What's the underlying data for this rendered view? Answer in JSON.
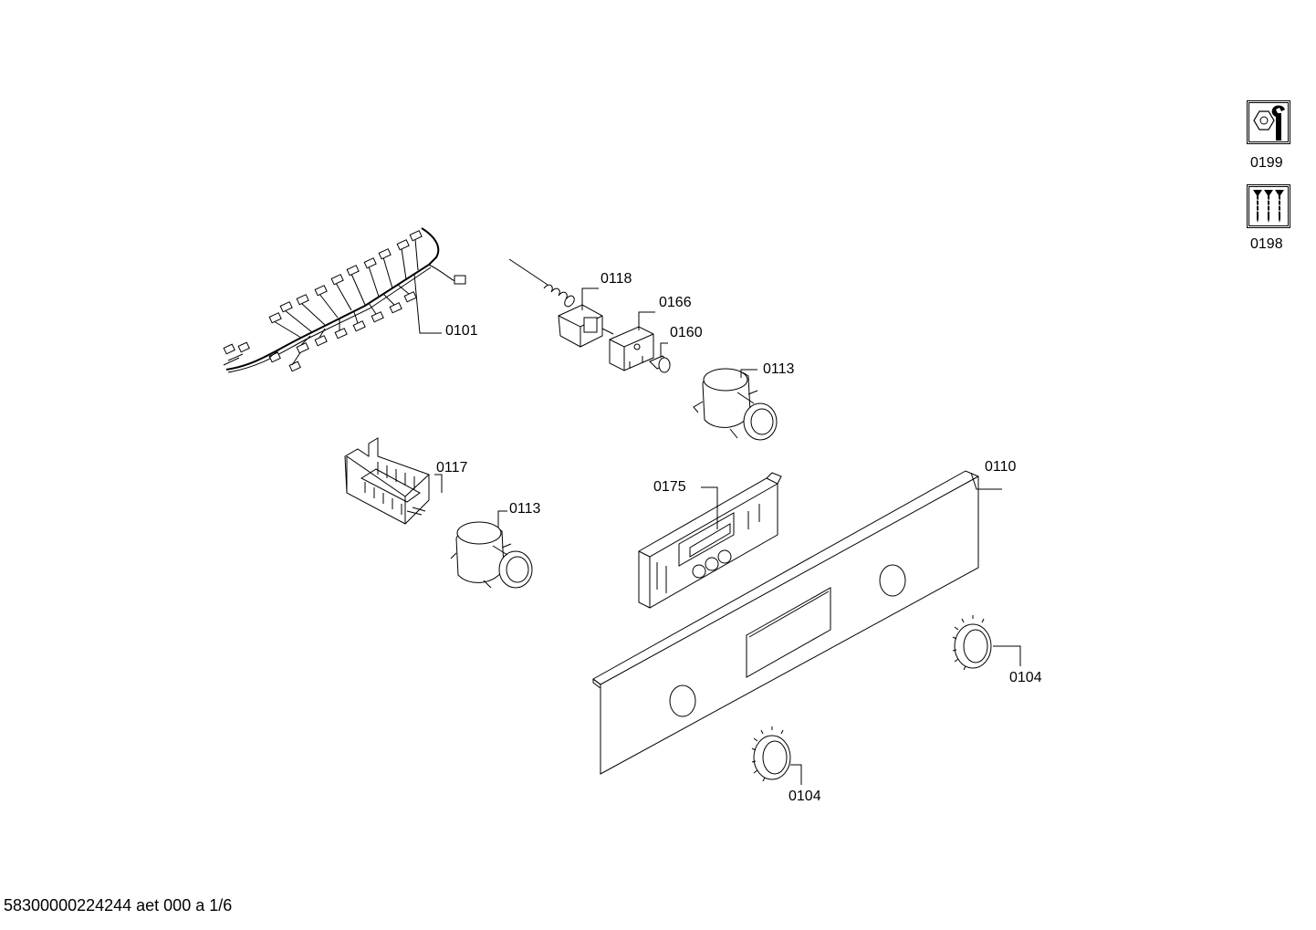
{
  "parts": {
    "p0101": "0101",
    "p0118": "0118",
    "p0166": "0166",
    "p0160": "0160",
    "p0113_upper": "0113",
    "p0117": "0117",
    "p0113_lower": "0113",
    "p0175": "0175",
    "p0110": "0110",
    "p0104_right": "0104",
    "p0104_lower": "0104"
  },
  "legend": {
    "tools": {
      "label": "0199",
      "icon": "wrench-nut-icon"
    },
    "screws": {
      "label": "0198",
      "icon": "screws-icon"
    }
  },
  "footer": {
    "document_id": "58300000224244 aet 000 a 1/6"
  }
}
